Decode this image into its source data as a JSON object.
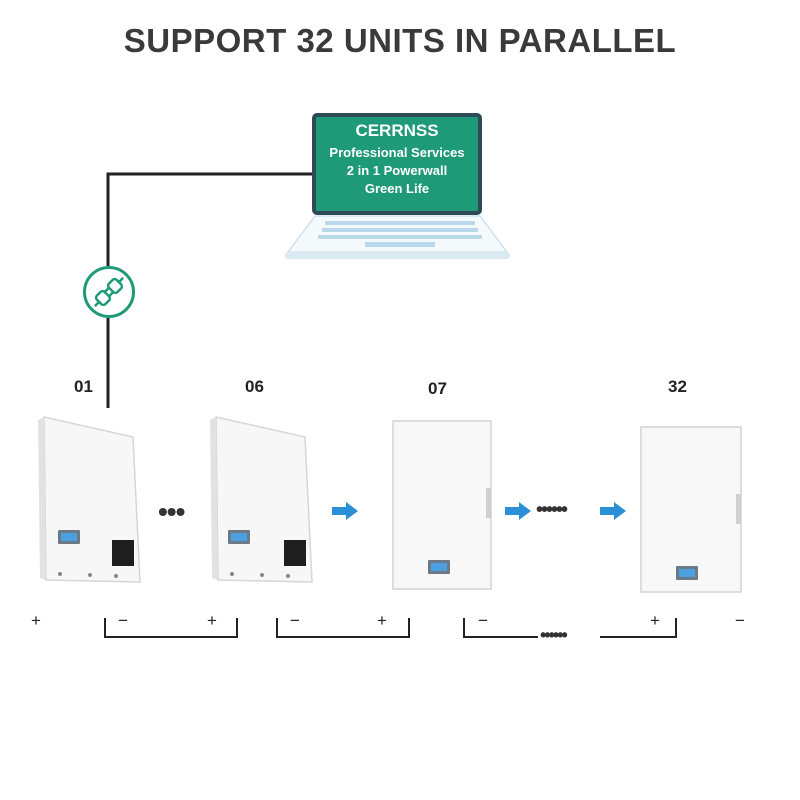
{
  "title": "SUPPORT 32 UNITS IN PARALLEL",
  "laptop": {
    "brand": "CERRNSS",
    "line1": "Professional Services",
    "line2": "2 in 1 Powerwall",
    "line3": "Green Life"
  },
  "units": [
    "01",
    "06",
    "07",
    "32"
  ],
  "terminals": {
    "plus": "+",
    "minus": "−"
  },
  "icons": {
    "connection": "plug-connection-icon",
    "arrow": "right-arrow-icon",
    "ellipsis": "ellipsis-dots-icon"
  },
  "colors": {
    "accent": "#1f9a78",
    "arrow": "#2a8fd6",
    "frame": "#2e4a56"
  }
}
